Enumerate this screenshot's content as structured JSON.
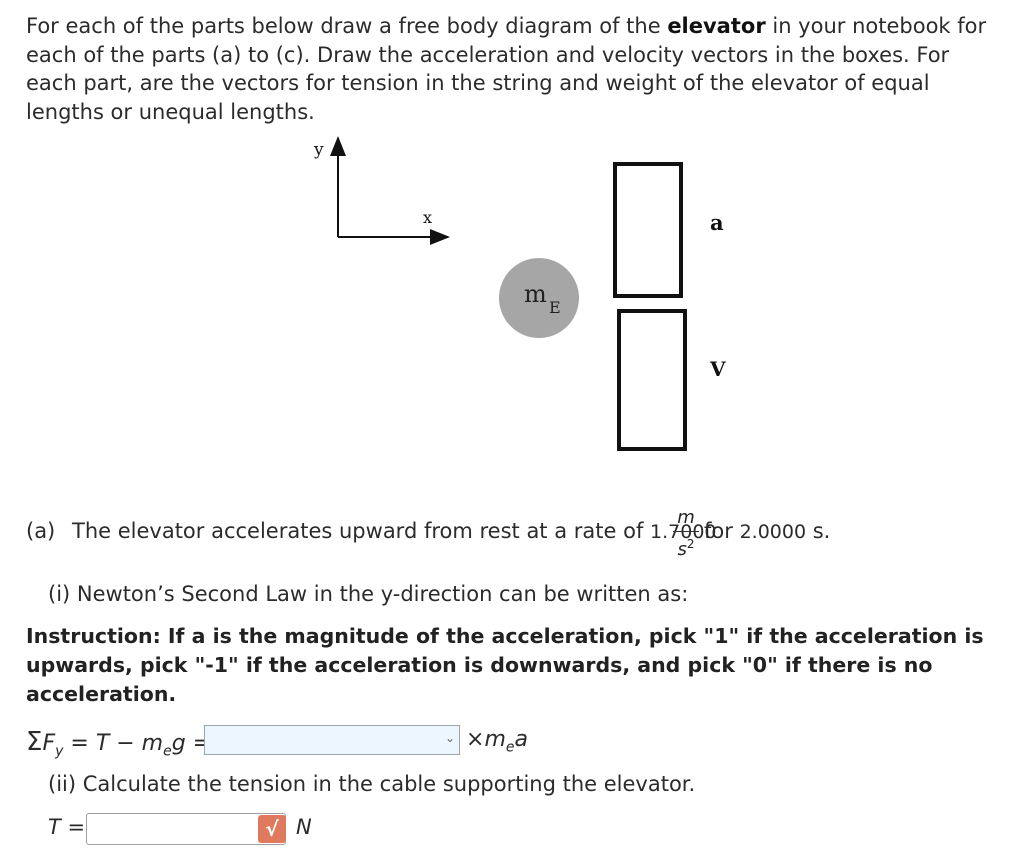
{
  "intro": {
    "part1": "For each of the parts below draw a free body diagram of the ",
    "bold": "elevator",
    "part2": " in your notebook for each of the parts (a) to (c). Draw the acceleration and velocity vectors in the boxes. For each part, are the vectors for tension in the string and weight of the elevator of equal lengths or unequal lengths."
  },
  "figure": {
    "y_label": "y",
    "x_label": "x",
    "mass_label": "m",
    "mass_sub": "E",
    "accel_box_label": "a",
    "velocity_box_label": "V"
  },
  "part_a": {
    "label": "(a)",
    "text_before": "The elevator accelerates upward from rest at a rate of",
    "accel_value": "1.7000",
    "unit_num": "m",
    "unit_den": "s",
    "unit_den_exp": "2",
    "text_for": "for",
    "time_value": "2.0000",
    "time_unit": "s."
  },
  "question_i": "(i) Newton’s Second Law in the y-direction can be written as:",
  "instruction": "Instruction:  If a is the magnitude of the acceleration, pick \"1\" if the acceleration is upwards, pick \"-1\" if the acceleration is downwards, and pick \"0\" if there is no acceleration.",
  "equation": {
    "sigma": "Σ",
    "lhs_F": "F",
    "lhs_sub": "y",
    "middle": "= T − m",
    "middle_sub": "e",
    "middle_end": "g =",
    "select_value": "",
    "rhs_times": "×",
    "rhs_m": "m",
    "rhs_sub": "e",
    "rhs_a": "a"
  },
  "question_ii": "(ii) Calculate the tension in the cable supporting the elevator.",
  "tension": {
    "label": "T =",
    "value": "",
    "check_icon": "√",
    "unit": "N"
  },
  "colors": {
    "ball": "#a6a6a6",
    "select_bg": "#edf5ff",
    "check_badge": "#e07a5f"
  }
}
